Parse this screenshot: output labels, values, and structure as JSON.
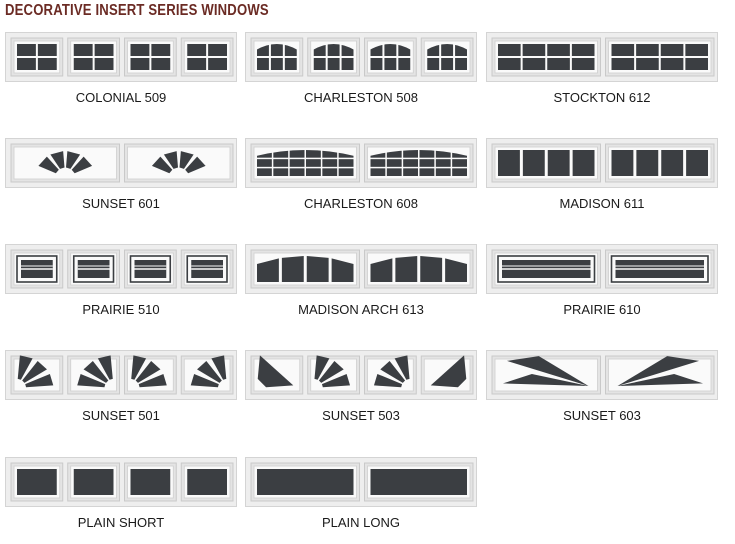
{
  "title": "DECORATIVE INSERT SERIES WINDOWS",
  "colors": {
    "title": "#6b2b24",
    "glass": "#3b3e42",
    "frame": "#eeeeee"
  },
  "windows": [
    {
      "label": "COLONIAL 509",
      "pattern": "colonial"
    },
    {
      "label": "CHARLESTON 508",
      "pattern": "charleston-arch-short"
    },
    {
      "label": "STOCKTON 612",
      "pattern": "stockton"
    },
    {
      "label": "SUNSET 601",
      "pattern": "sunset-long"
    },
    {
      "label": "CHARLESTON 608",
      "pattern": "charleston-arch-long"
    },
    {
      "label": "MADISON 611",
      "pattern": "madison"
    },
    {
      "label": "PRAIRIE 510",
      "pattern": "prairie-short"
    },
    {
      "label": "MADISON ARCH 613",
      "pattern": "madison-arch"
    },
    {
      "label": "PRAIRIE 610",
      "pattern": "prairie-long"
    },
    {
      "label": "SUNSET 501",
      "pattern": "sunset-short"
    },
    {
      "label": "SUNSET 503",
      "pattern": "sunset-short-wide"
    },
    {
      "label": "SUNSET 603",
      "pattern": "sunset-long-rays"
    },
    {
      "label": "PLAIN SHORT",
      "pattern": "plain-short"
    },
    {
      "label": "PLAIN LONG",
      "pattern": "plain-long"
    }
  ]
}
